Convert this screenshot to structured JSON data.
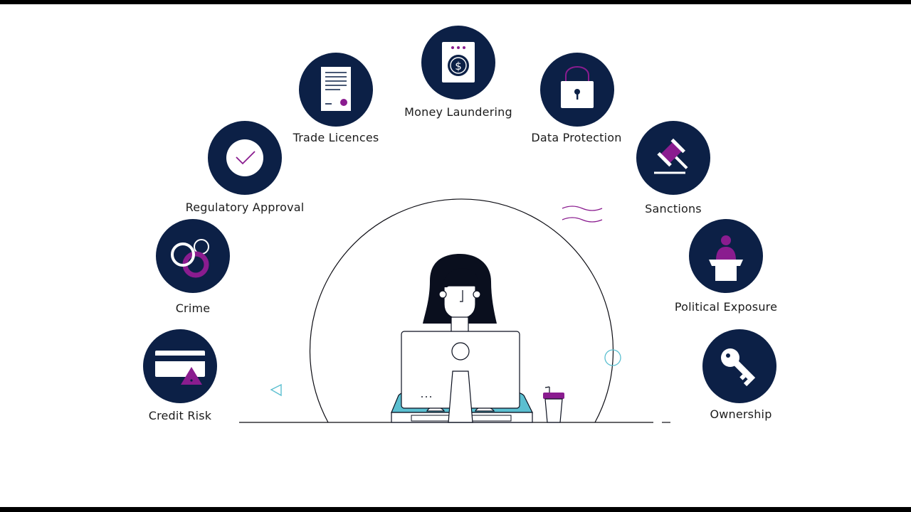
{
  "colors": {
    "navy": "#0c2046",
    "purple": "#8a1c8f",
    "cyan": "#5bbfd0",
    "ink": "#1c1c1c",
    "hair": "#0b0b12"
  },
  "categories": {
    "money_laundering": {
      "label": "Money Laundering",
      "icon": "dollar-coin-icon"
    },
    "trade_licences": {
      "label": "Trade Licences",
      "icon": "document-certificate-icon"
    },
    "data_protection": {
      "label": "Data Protection",
      "icon": "padlock-icon"
    },
    "regulatory_approval": {
      "label": "Regulatory Approval",
      "icon": "checkmark-icon"
    },
    "sanctions": {
      "label": "Sanctions",
      "icon": "gavel-icon"
    },
    "crime": {
      "label": "Crime",
      "icon": "handcuffs-icon"
    },
    "political_exposure": {
      "label": "Political Exposure",
      "icon": "podium-speaker-icon"
    },
    "credit_risk": {
      "label": "Credit Risk",
      "icon": "credit-card-warning-icon"
    },
    "ownership": {
      "label": "Ownership",
      "icon": "key-icon"
    }
  }
}
